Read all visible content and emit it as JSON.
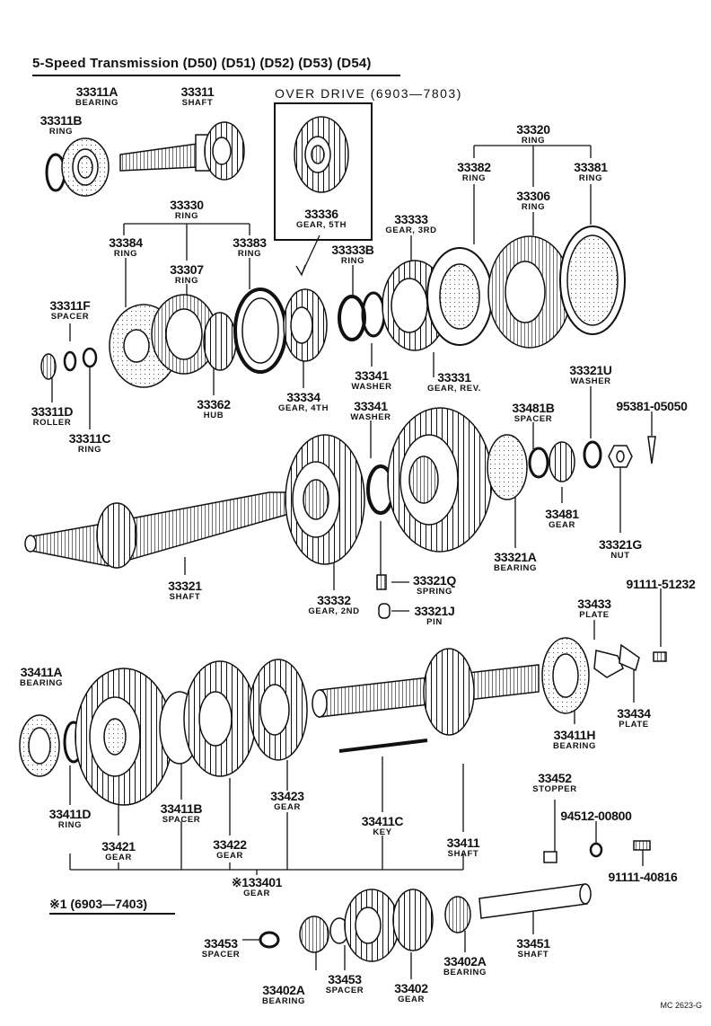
{
  "title": "5-Speed Transmission (D50) (D51) (D52) (D53) (D54)",
  "overdrive_title": "OVER DRIVE  (6903—7803)",
  "note": "※1  (6903—7403)",
  "drawing_code": "MC  2623-G",
  "parts": [
    {
      "num": "33311A",
      "name": "BEARING"
    },
    {
      "num": "33311",
      "name": "SHAFT"
    },
    {
      "num": "33311B",
      "name": "RING"
    },
    {
      "num": "33336",
      "name": "GEAR, 5TH"
    },
    {
      "num": "33320",
      "name": "RING"
    },
    {
      "num": "33382",
      "name": "RING"
    },
    {
      "num": "33381",
      "name": "RING"
    },
    {
      "num": "33306",
      "name": "RING"
    },
    {
      "num": "33330",
      "name": "RING"
    },
    {
      "num": "33333",
      "name": "GEAR, 3RD"
    },
    {
      "num": "33384",
      "name": "RING"
    },
    {
      "num": "33383",
      "name": "RING"
    },
    {
      "num": "33307",
      "name": "RING"
    },
    {
      "num": "33333B",
      "name": "RING"
    },
    {
      "num": "33311F",
      "name": "SPACER"
    },
    {
      "num": "33341",
      "name": "WASHER"
    },
    {
      "num": "33331",
      "name": "GEAR, REV."
    },
    {
      "num": "33321U",
      "name": "WASHER"
    },
    {
      "num": "33362",
      "name": "HUB"
    },
    {
      "num": "33334",
      "name": "GEAR, 4TH"
    },
    {
      "num": "33341",
      "name": "WASHER"
    },
    {
      "num": "33481B",
      "name": "SPACER"
    },
    {
      "num": "95381-05050",
      "name": ""
    },
    {
      "num": "33311D",
      "name": "ROLLER"
    },
    {
      "num": "33311C",
      "name": "RING"
    },
    {
      "num": "33481",
      "name": "GEAR"
    },
    {
      "num": "33321G",
      "name": "NUT"
    },
    {
      "num": "33321A",
      "name": "BEARING"
    },
    {
      "num": "33321",
      "name": "SHAFT"
    },
    {
      "num": "33321Q",
      "name": "SPRING"
    },
    {
      "num": "33332",
      "name": "GEAR, 2ND"
    },
    {
      "num": "33321J",
      "name": "PIN"
    },
    {
      "num": "91111-51232",
      "name": ""
    },
    {
      "num": "33433",
      "name": "PLATE"
    },
    {
      "num": "33411A",
      "name": "BEARING"
    },
    {
      "num": "33434",
      "name": "PLATE"
    },
    {
      "num": "33411H",
      "name": "BEARING"
    },
    {
      "num": "33452",
      "name": "STOPPER"
    },
    {
      "num": "33411D",
      "name": "RING"
    },
    {
      "num": "33411B",
      "name": "SPACER"
    },
    {
      "num": "33423",
      "name": "GEAR"
    },
    {
      "num": "33411C",
      "name": "KEY"
    },
    {
      "num": "94512-00800",
      "name": ""
    },
    {
      "num": "33421",
      "name": "GEAR"
    },
    {
      "num": "33422",
      "name": "GEAR"
    },
    {
      "num": "33411",
      "name": "SHAFT"
    },
    {
      "num": "91111-40816",
      "name": ""
    },
    {
      "num": "※133401",
      "name": "GEAR"
    },
    {
      "num": "33453",
      "name": "SPACER"
    },
    {
      "num": "33451",
      "name": "SHAFT"
    },
    {
      "num": "33402A",
      "name": "BEARING"
    },
    {
      "num": "33402A",
      "name": "BEARING"
    },
    {
      "num": "33453",
      "name": "SPACER"
    },
    {
      "num": "33402",
      "name": "GEAR"
    }
  ]
}
